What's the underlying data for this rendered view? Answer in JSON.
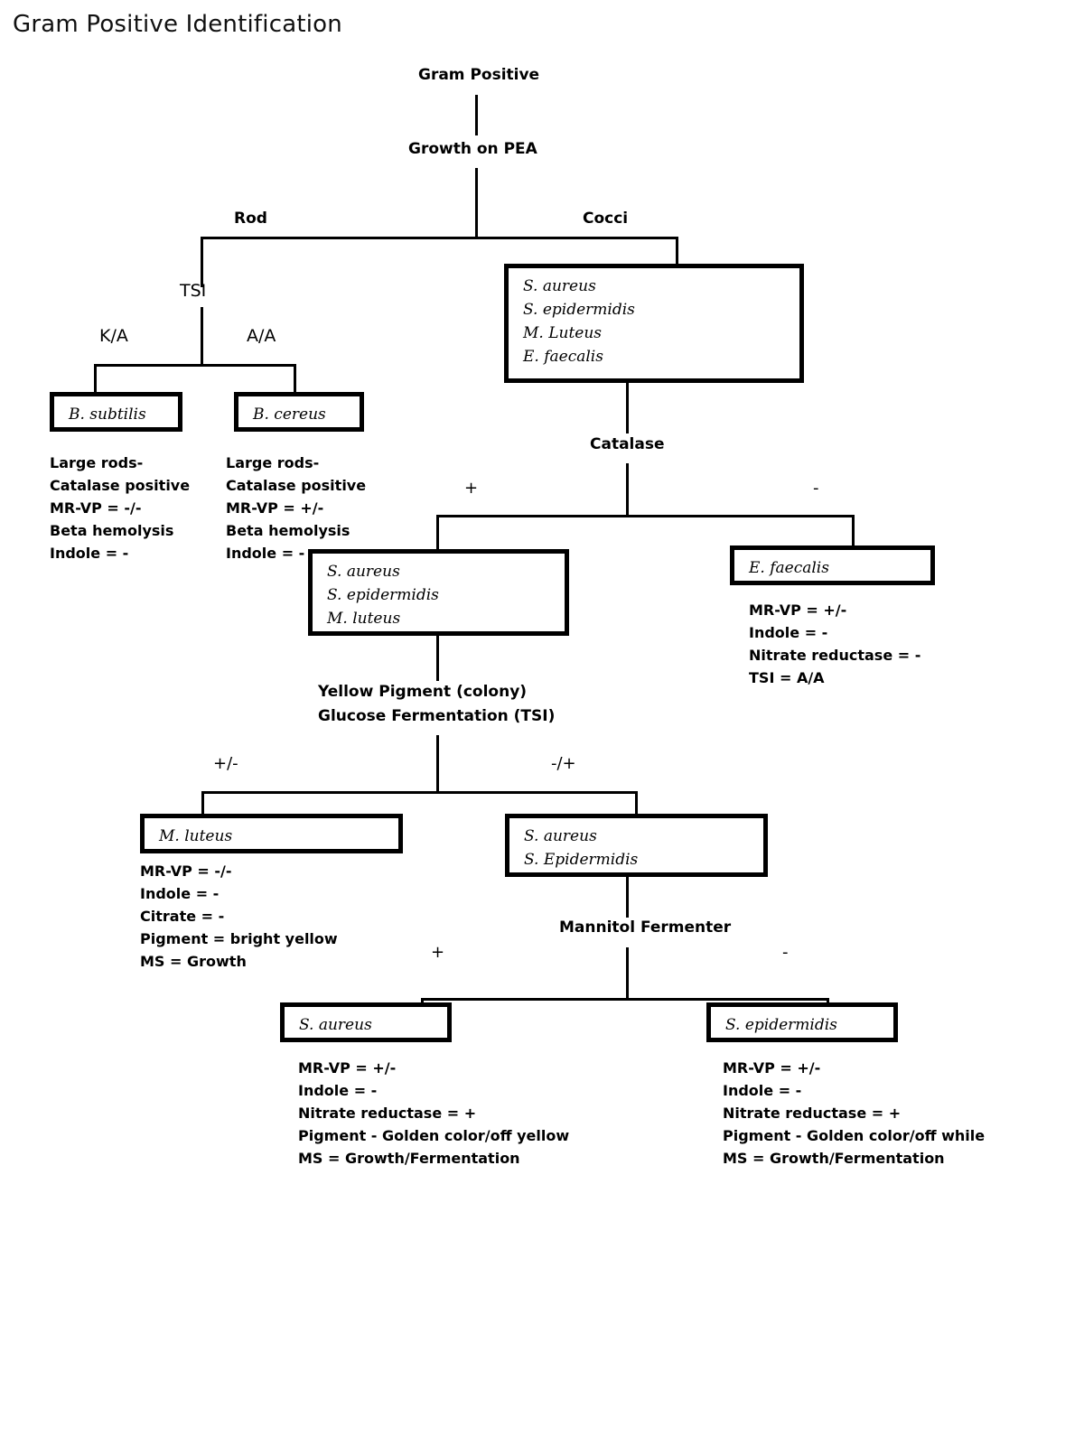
{
  "title": "Gram Positive Identification",
  "nodes": {
    "root": "Gram Positive",
    "pea": "Growth on PEA",
    "tsi": "TSI",
    "catalase": "Catalase",
    "yellow_pigment_line1": "Yellow Pigment (colony)",
    "yellow_pigment_line2": "Glucose Fermentation (TSI)",
    "mannitol": "Mannitol Fermenter"
  },
  "branches": {
    "rod": "Rod",
    "cocci": "Cocci",
    "ka": "K/A",
    "aa": "A/A",
    "catalase_pos": "+",
    "catalase_neg": "-",
    "pigment_pos": "+/-",
    "pigment_neg": "-/+",
    "mannitol_pos": "+",
    "mannitol_neg": "-"
  },
  "boxes": {
    "cocci_group": [
      "S. aureus",
      "S. epidermidis",
      "M. Luteus",
      "E. faecalis"
    ],
    "b_subtilis": [
      "B. subtilis"
    ],
    "b_cereus": [
      "B. cereus"
    ],
    "catalase_positive_group": [
      "S. aureus",
      "S. epidermidis",
      "M. luteus"
    ],
    "e_faecalis": [
      "E. faecalis"
    ],
    "m_luteus": [
      "M. luteus"
    ],
    "staph_group": [
      "S. aureus",
      "S. Epidermidis"
    ],
    "s_aureus_final": [
      "S. aureus"
    ],
    "s_epidermidis_final": [
      "S. epidermidis"
    ]
  },
  "notes": {
    "b_subtilis": [
      "Large rods-",
      "Catalase positive",
      "MR-VP = -/-",
      "Beta hemolysis",
      "Indole = -"
    ],
    "b_cereus": [
      "Large rods-",
      "Catalase positive",
      "MR-VP = +/-",
      "Beta hemolysis",
      "Indole = -"
    ],
    "e_faecalis": [
      "MR-VP = +/-",
      "Indole = -",
      "Nitrate reductase = -",
      "TSI = A/A"
    ],
    "m_luteus": [
      "MR-VP = -/-",
      "Indole = -",
      "Citrate = -",
      "Pigment = bright yellow",
      "MS =  Growth"
    ],
    "s_aureus_final": [
      "MR-VP = +/-",
      "Indole = -",
      "Nitrate reductase = +",
      "Pigment - Golden color/off yellow",
      "MS = Growth/Fermentation"
    ],
    "s_epidermidis_final": [
      "MR-VP = +/-",
      "Indole = -",
      "Nitrate reductase = +",
      "Pigment - Golden color/off while",
      "MS = Growth/Fermentation"
    ]
  },
  "colors": {
    "line": "#000000",
    "background": "#ffffff",
    "text": "#000000"
  }
}
